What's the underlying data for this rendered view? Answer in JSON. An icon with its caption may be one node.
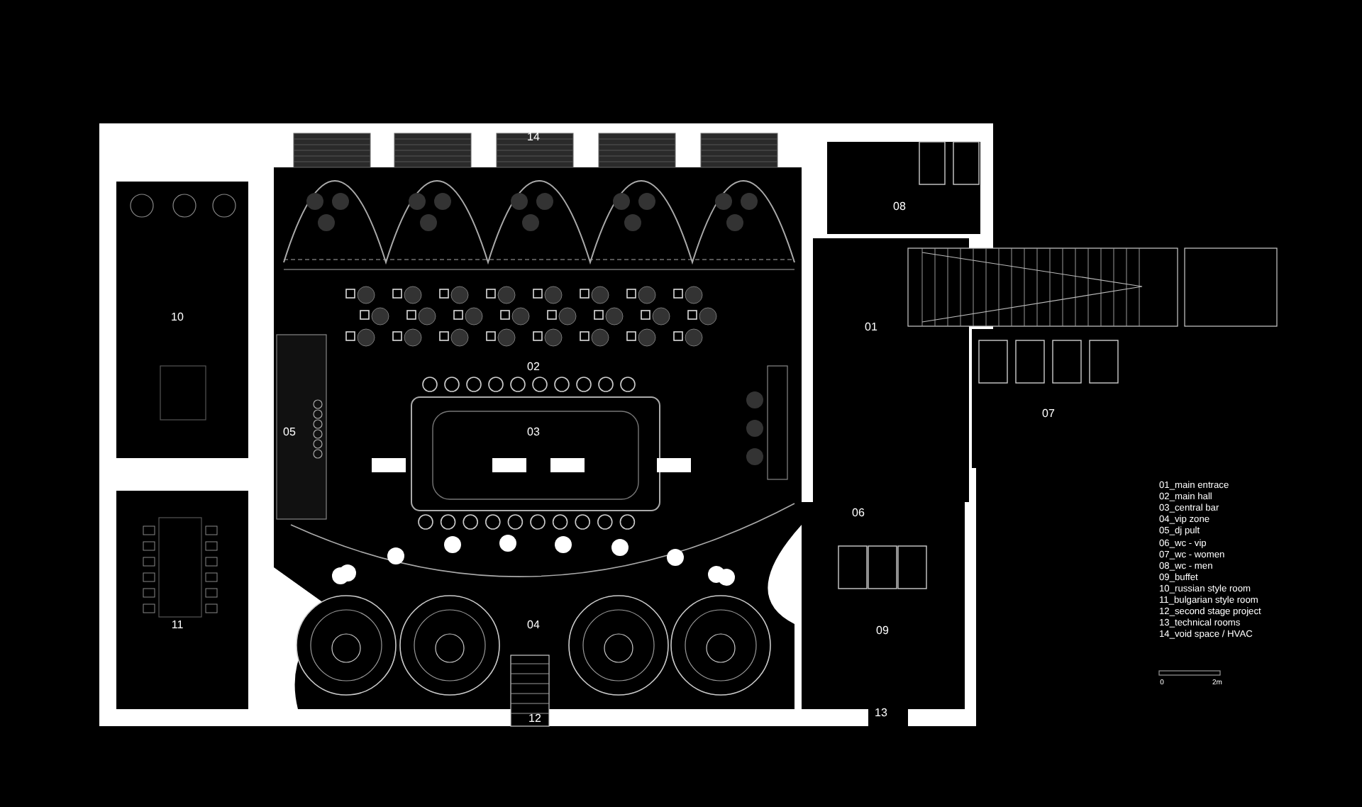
{
  "diagram": {
    "labels": [
      "14",
      "08",
      "10",
      "01",
      "02",
      "07",
      "03",
      "05",
      "06",
      "11",
      "04",
      "09",
      "13",
      "12",
      "01_main entrace",
      "02_main hall",
      "03_central bar",
      "04_vip zone",
      "05_dj pult",
      "06_wc - vip",
      "07_wc - women",
      "08_wc - men",
      "09_buffet",
      "10_russian style room",
      "11_bulgarian style room",
      "12_second stage project",
      "13_technical rooms",
      "14_void space / HVAC",
      "0",
      "2m"
    ]
  }
}
